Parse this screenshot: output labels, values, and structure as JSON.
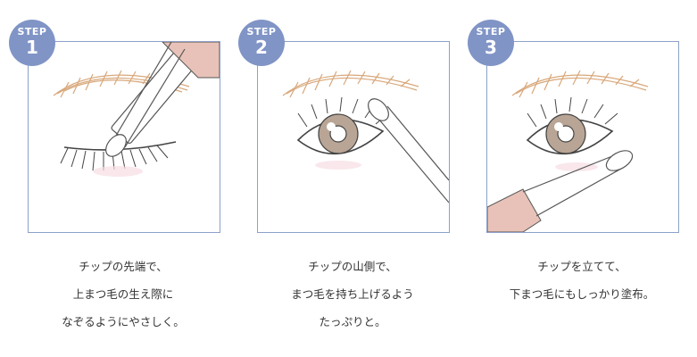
{
  "steps": [
    {
      "badge_label": "STEP",
      "number": "1",
      "lines": [
        "チップの先端で、",
        "上まつ毛の生え際に",
        "なぞるようにやさしく。"
      ]
    },
    {
      "badge_label": "STEP",
      "number": "2",
      "lines": [
        "チップの山側で、",
        "まつ毛を持ち上げるよう",
        "たっぷりと。"
      ]
    },
    {
      "badge_label": "STEP",
      "number": "3",
      "lines": [
        "チップを立てて、",
        "下まつ毛にもしっかり塗布。"
      ]
    }
  ],
  "colors": {
    "badge": "#8094c6",
    "frame_border": "#8ca0c8",
    "brow": "#d8a77a",
    "tube": "#d8a596",
    "iris": "#b9a595"
  }
}
